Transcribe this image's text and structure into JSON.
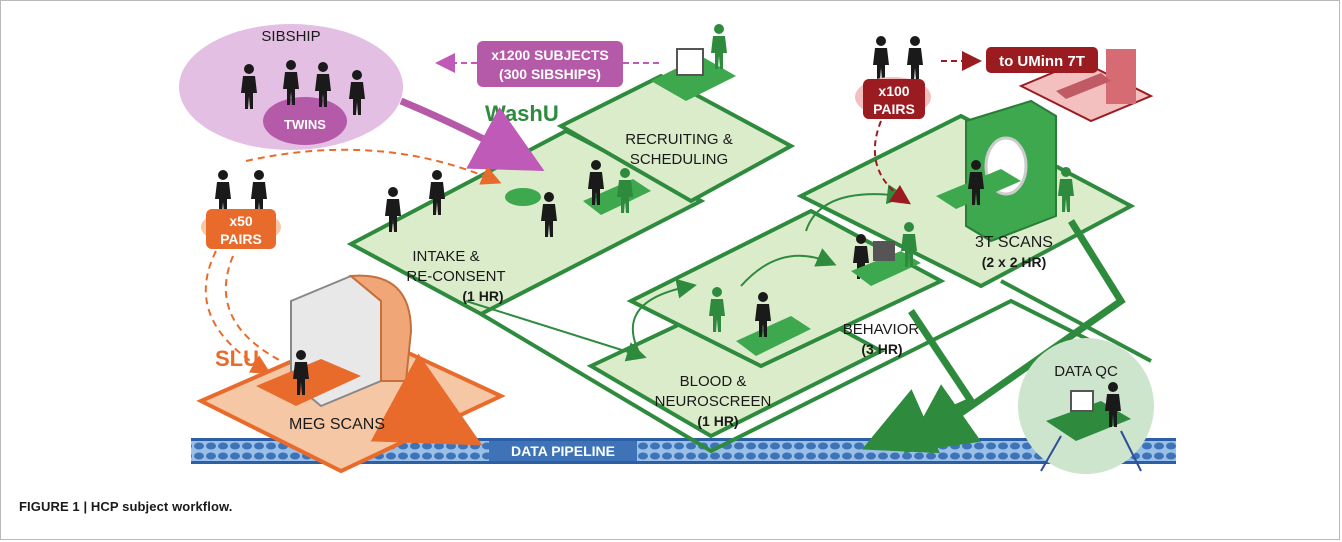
{
  "labels": {
    "sibship": "SIBSHIP",
    "twins": "TWINS",
    "subjects_line1": "x1200 SUBJECTS",
    "subjects_line2": "(300 SIBSHIPS)",
    "washu": "WashU",
    "recruiting_line1": "RECRUITING &",
    "recruiting_line2": "SCHEDULING",
    "intake_line1": "INTAKE &",
    "intake_line2": "RE-CONSENT",
    "intake_time": "(1 HR)",
    "x50_line1": "x50",
    "x50_line2": "PAIRS",
    "slu": "SLU",
    "meg_scans": "MEG SCANS",
    "data_pipeline": "DATA PIPELINE",
    "blood_line1": "BLOOD &",
    "blood_line2": "NEUROSCREEN",
    "blood_time": "(1 HR)",
    "behavior": "BEHAVIOR",
    "behavior_time": "(3 HR)",
    "scans_3t": "3T SCANS",
    "scans_3t_time": "(2 x 2 HR)",
    "x100_line1": "x100",
    "x100_line2": "PAIRS",
    "uminn": "to UMinn 7T",
    "data_qc": "DATA QC"
  },
  "caption": "FIGURE 1 | HCP subject workflow.",
  "colors": {
    "green_dark": "#2e8b3e",
    "green_light": "#dbeccb",
    "purple": "#c05ab8",
    "purple_light": "#e3bfe3",
    "orange": "#e96b2c",
    "orange_light": "#f6c7a4",
    "maroon": "#9b1c20",
    "pink_light": "#f3c0bf",
    "blue_pipeline": "#4a7cc0"
  }
}
